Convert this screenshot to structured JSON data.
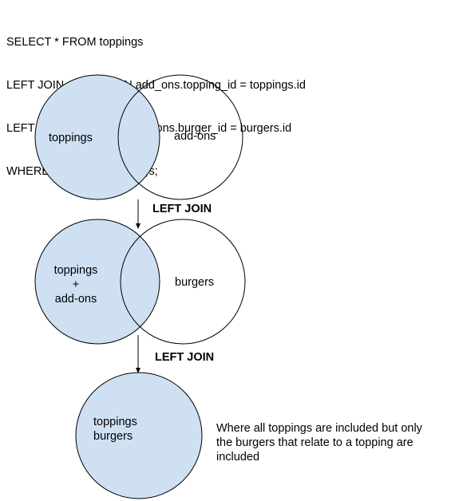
{
  "query": {
    "lines": [
      "SELECT * FROM toppings",
      "LEFT JOIN add_ons ON add_ons.topping_id = toppings.id",
      "LEFT JOIN burgers ON add_ons.burger_id = burgers.id",
      "WHERE toppings.id = %(id)s;"
    ]
  },
  "step1": {
    "left_label": "toppings",
    "right_label": "add-ons",
    "join_label": "LEFT JOIN"
  },
  "step2": {
    "left_label_line1": "toppings",
    "left_label_line2": "+",
    "left_label_line3": "add-ons",
    "right_label": "burgers",
    "join_label": "LEFT JOIN"
  },
  "result": {
    "label_line1": "toppings",
    "label_line2": "burgers",
    "note": "Where all toppings are included but only the burgers that relate to a topping are included"
  },
  "colors": {
    "fill": "#cfe0f3",
    "stroke": "#000000"
  }
}
